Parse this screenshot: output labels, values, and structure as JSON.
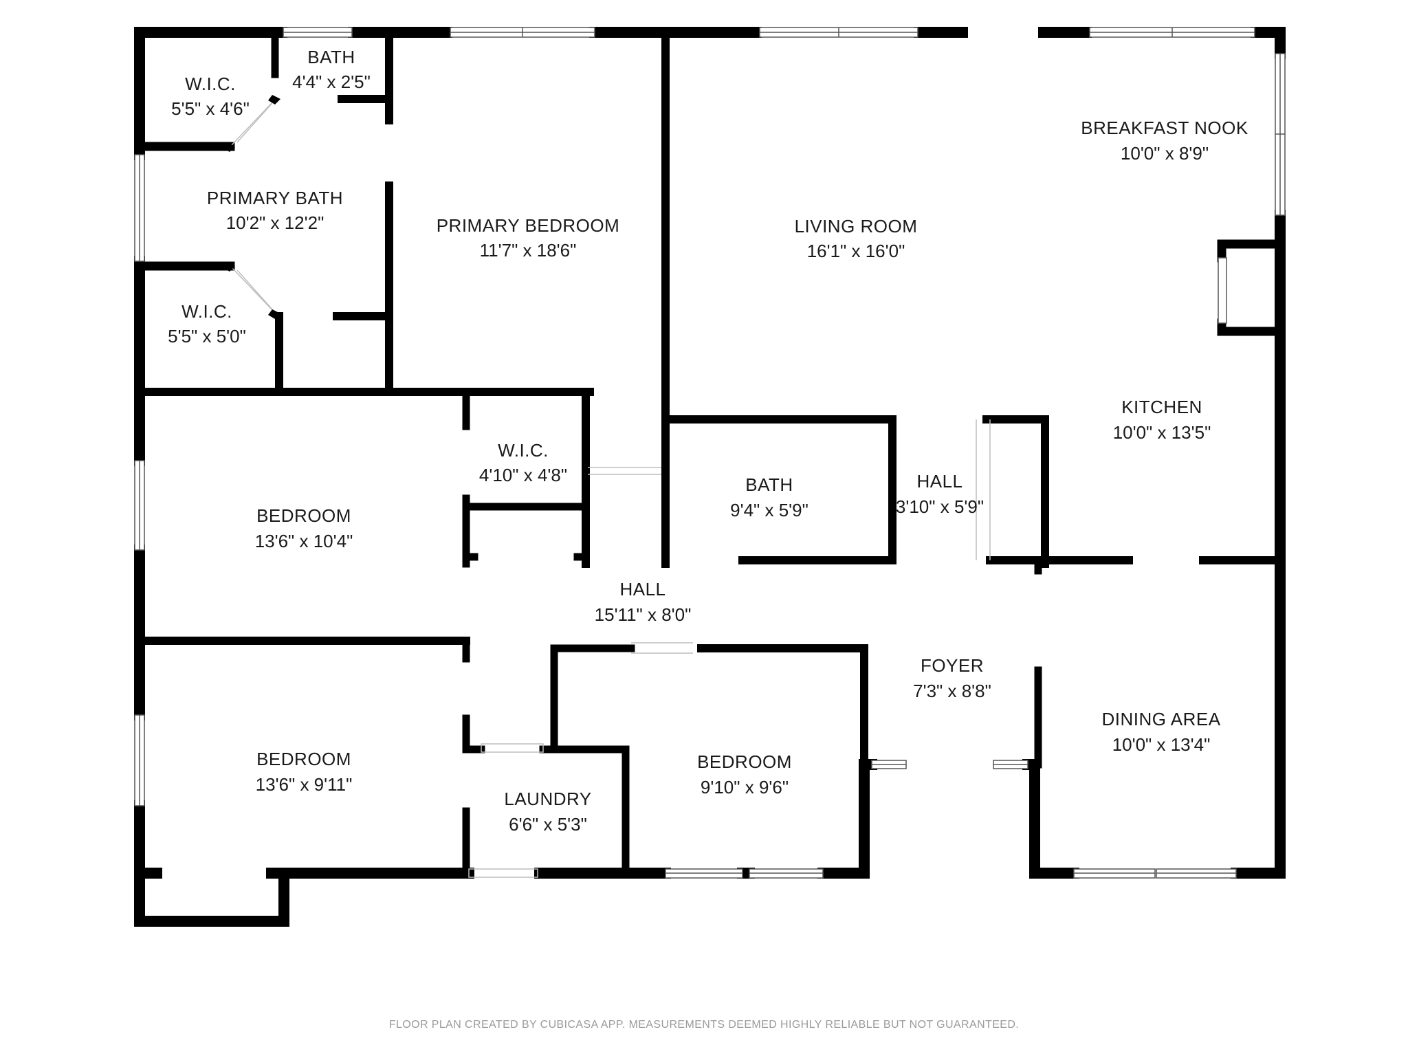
{
  "rooms": {
    "wic_top": {
      "name": "W.I.C.",
      "dim": "5'5\" x 4'6\""
    },
    "bath_small": {
      "name": "BATH",
      "dim": "4'4\" x 2'5\""
    },
    "primary_bath": {
      "name": "PRIMARY BATH",
      "dim": "10'2\" x 12'2\""
    },
    "wic_mid": {
      "name": "W.I.C.",
      "dim": "5'5\" x 5'0\""
    },
    "primary_bedroom": {
      "name": "PRIMARY BEDROOM",
      "dim": "11'7\" x 18'6\""
    },
    "living_room": {
      "name": "LIVING ROOM",
      "dim": "16'1\" x 16'0\""
    },
    "breakfast_nook": {
      "name": "BREAKFAST NOOK",
      "dim": "10'0\" x 8'9\""
    },
    "kitchen": {
      "name": "KITCHEN",
      "dim": "10'0\" x 13'5\""
    },
    "bedroom_1": {
      "name": "BEDROOM",
      "dim": "13'6\" x 10'4\""
    },
    "wic_small": {
      "name": "W.I.C.",
      "dim": "4'10\" x 4'8\""
    },
    "bath_2": {
      "name": "BATH",
      "dim": "9'4\" x 5'9\""
    },
    "hall_small": {
      "name": "HALL",
      "dim": "3'10\" x 5'9\""
    },
    "hall_main": {
      "name": "HALL",
      "dim": "15'11\" x 8'0\""
    },
    "bedroom_2": {
      "name": "BEDROOM",
      "dim": "13'6\" x 9'11\""
    },
    "laundry": {
      "name": "LAUNDRY",
      "dim": "6'6\" x 5'3\""
    },
    "bedroom_3": {
      "name": "BEDROOM",
      "dim": "9'10\" x 9'6\""
    },
    "foyer": {
      "name": "FOYER",
      "dim": "7'3\" x 8'8\""
    },
    "dining_area": {
      "name": "DINING AREA",
      "dim": "10'0\" x 13'4\""
    }
  },
  "footer": "FLOOR PLAN CREATED BY CUBICASA APP. MEASUREMENTS DEEMED HIGHLY RELIABLE BUT NOT GUARANTEED.",
  "colors": {
    "wall": "#000000",
    "background": "#ffffff",
    "label": "#1a1a1a",
    "footer": "#9a9a9a"
  }
}
